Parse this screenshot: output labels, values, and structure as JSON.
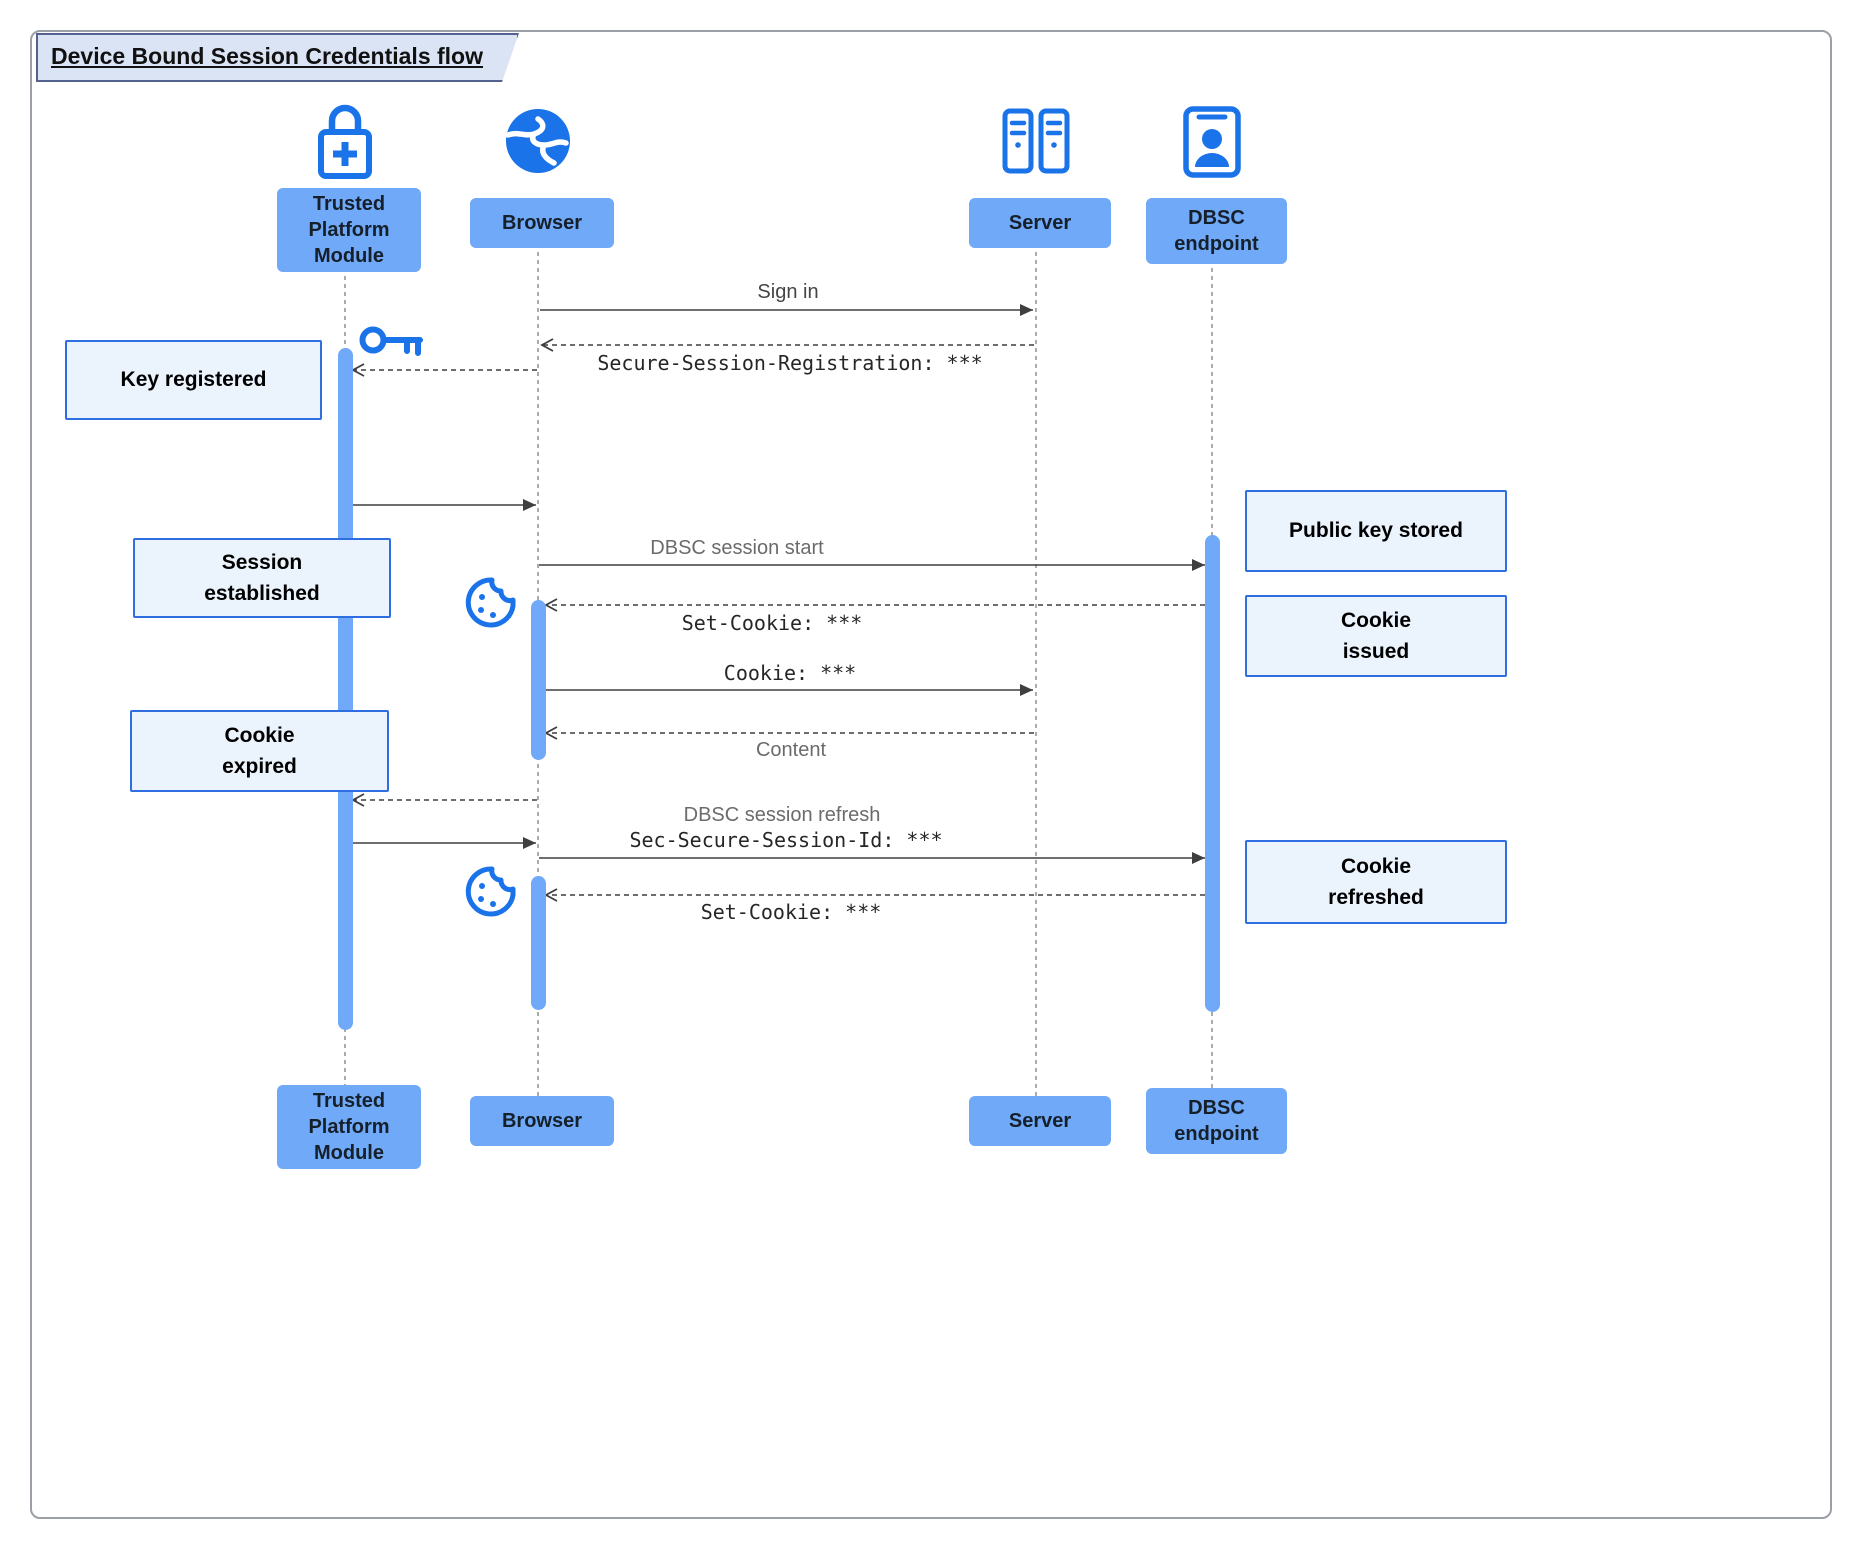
{
  "diagram": {
    "title": "Device Bound Session Credentials flow",
    "type": "sequence-diagram"
  },
  "colors": {
    "accent_blue": "#1a73e8",
    "actor_fill": "#6fa9f7",
    "activation_fill": "#6fa9f7",
    "note_fill": "#ebf3fd",
    "note_border": "#2e6ee0",
    "title_tab_fill": "#dbe4f5",
    "arrow_color": "#3f3f3f",
    "lifeline_color": "#8f8f8f"
  },
  "actors": {
    "tpm": {
      "label": "Trusted Platform Module",
      "icon": "lock-plus-icon"
    },
    "browser": {
      "label": "Browser",
      "icon": "globe-icon"
    },
    "server": {
      "label": "Server",
      "icon": "server-rack-icon"
    },
    "dbsc": {
      "label": "DBSC endpoint",
      "icon": "id-badge-icon"
    }
  },
  "messages": {
    "sign_in": "Sign in",
    "secure_session_registration": "Secure-Session-Registration: ***",
    "dbsc_session_start": "DBSC session start",
    "set_cookie_issue": "Set-Cookie: ***",
    "cookie": "Cookie: ***",
    "content": "Content",
    "dbsc_session_refresh": "DBSC session refresh",
    "sec_secure_session_id": "Sec-Secure-Session-Id: ***",
    "set_cookie_refresh": "Set-Cookie: ***"
  },
  "notes": {
    "key_registered": "Key registered",
    "session_established": "Session\nestablished",
    "public_key_stored": "Public key stored",
    "cookie_issued": "Cookie\nissued",
    "cookie_expired": "Cookie\nexpired",
    "cookie_refreshed": "Cookie\nrefreshed"
  },
  "icons": {
    "tpm": "lock-plus-icon",
    "browser": "globe-icon",
    "server": "server-rack-icon",
    "dbsc_endpoint": "id-badge-icon",
    "key": "key-icon",
    "cookie": "cookie-icon"
  }
}
